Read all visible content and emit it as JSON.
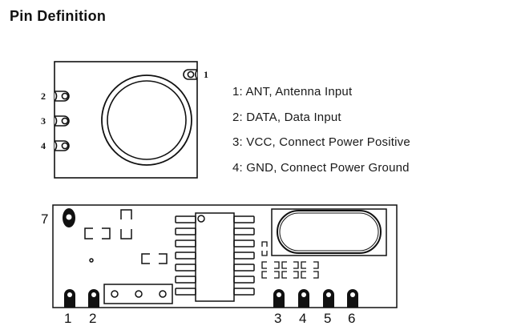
{
  "title": "Pin Definition",
  "module_top": {
    "pin_labels": [
      "1",
      "2",
      "3",
      "4"
    ]
  },
  "pin_definitions": [
    {
      "pin": "1",
      "name": "ANT",
      "description": "Antenna Input",
      "text": "1: ANT, Antenna Input"
    },
    {
      "pin": "2",
      "name": "DATA",
      "description": "Data Input",
      "text": "2: DATA, Data Input"
    },
    {
      "pin": "3",
      "name": "VCC",
      "description": "Connect Power Positive",
      "text": "3: VCC, Connect Power Positive"
    },
    {
      "pin": "4",
      "name": "GND",
      "description": "Connect Power Ground",
      "text": "4: GND, Connect Power Ground"
    }
  ],
  "module_bottom": {
    "pin_labels": [
      "1",
      "2",
      "3",
      "4",
      "5",
      "6",
      "7"
    ]
  }
}
